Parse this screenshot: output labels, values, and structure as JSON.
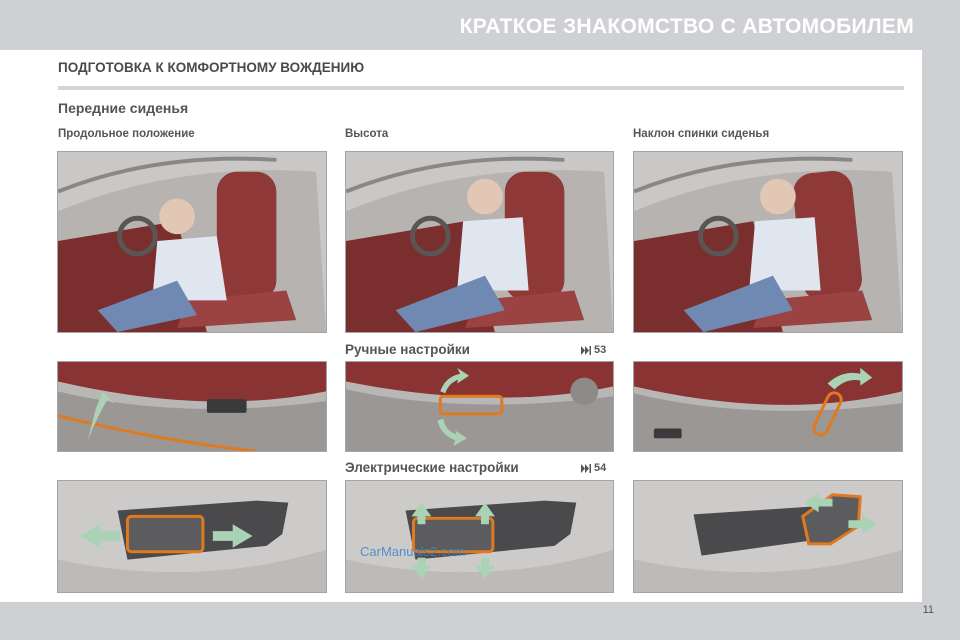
{
  "header": {
    "chapter_title": "КРАТКОЕ ЗНАКОМСТВО С АВТОМОБИЛЕМ"
  },
  "section": {
    "title": "ПОДГОТОВКА К КОМФОРТНОМУ ВОЖДЕНИЮ",
    "subtitle": "Передние сиденья"
  },
  "columns": [
    {
      "label": "Продольное положение"
    },
    {
      "label": "Высота"
    },
    {
      "label": "Наклон спинки сиденья"
    }
  ],
  "manual": {
    "heading": "Ручные настройки",
    "page_ref": "53"
  },
  "electric": {
    "heading": "Электрические настройки",
    "page_ref": "54"
  },
  "watermark": "CarManuals2.com",
  "footer": {
    "page_number": "11"
  },
  "colors": {
    "band": "#cfd0d3",
    "accent_orange": "#e07a1f",
    "arrow_green": "#a9d3b4",
    "leather_red": "#8e3838"
  },
  "icons": {
    "page_ref": "page-forward-icon"
  }
}
